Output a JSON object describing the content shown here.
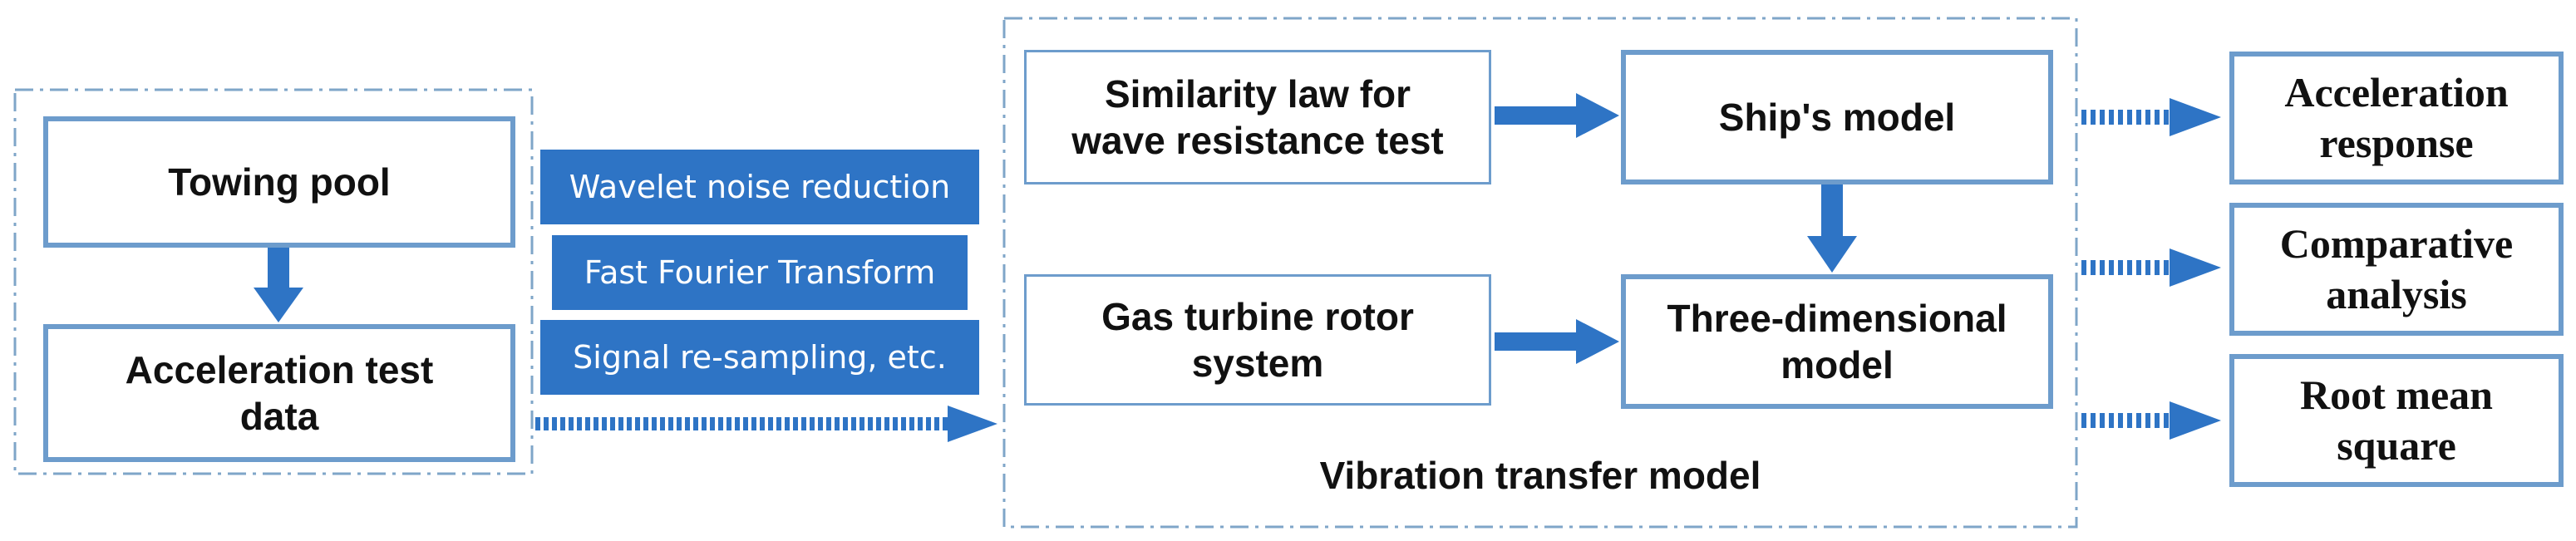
{
  "left_group": {
    "towing_pool": "Towing pool",
    "acceleration_test_data": "Acceleration test\ndata"
  },
  "processing_steps": [
    "Wavelet noise reduction",
    "Fast Fourier Transform",
    "Signal re-sampling, etc."
  ],
  "vibration_transfer_model": {
    "caption": "Vibration transfer model",
    "similarity_law": "Similarity law for\nwave resistance test",
    "ships_model": "Ship's model",
    "gas_turbine": "Gas turbine rotor\nsystem",
    "three_dimensional": "Three-dimensional\nmodel"
  },
  "outputs": [
    "Acceleration\nresponse",
    "Comparative\nanalysis",
    "Root mean\nsquare"
  ],
  "colors": {
    "accent": "#2e74c5",
    "box_border": "#6d9ccc",
    "dashed_border": "#7fa6c8"
  }
}
